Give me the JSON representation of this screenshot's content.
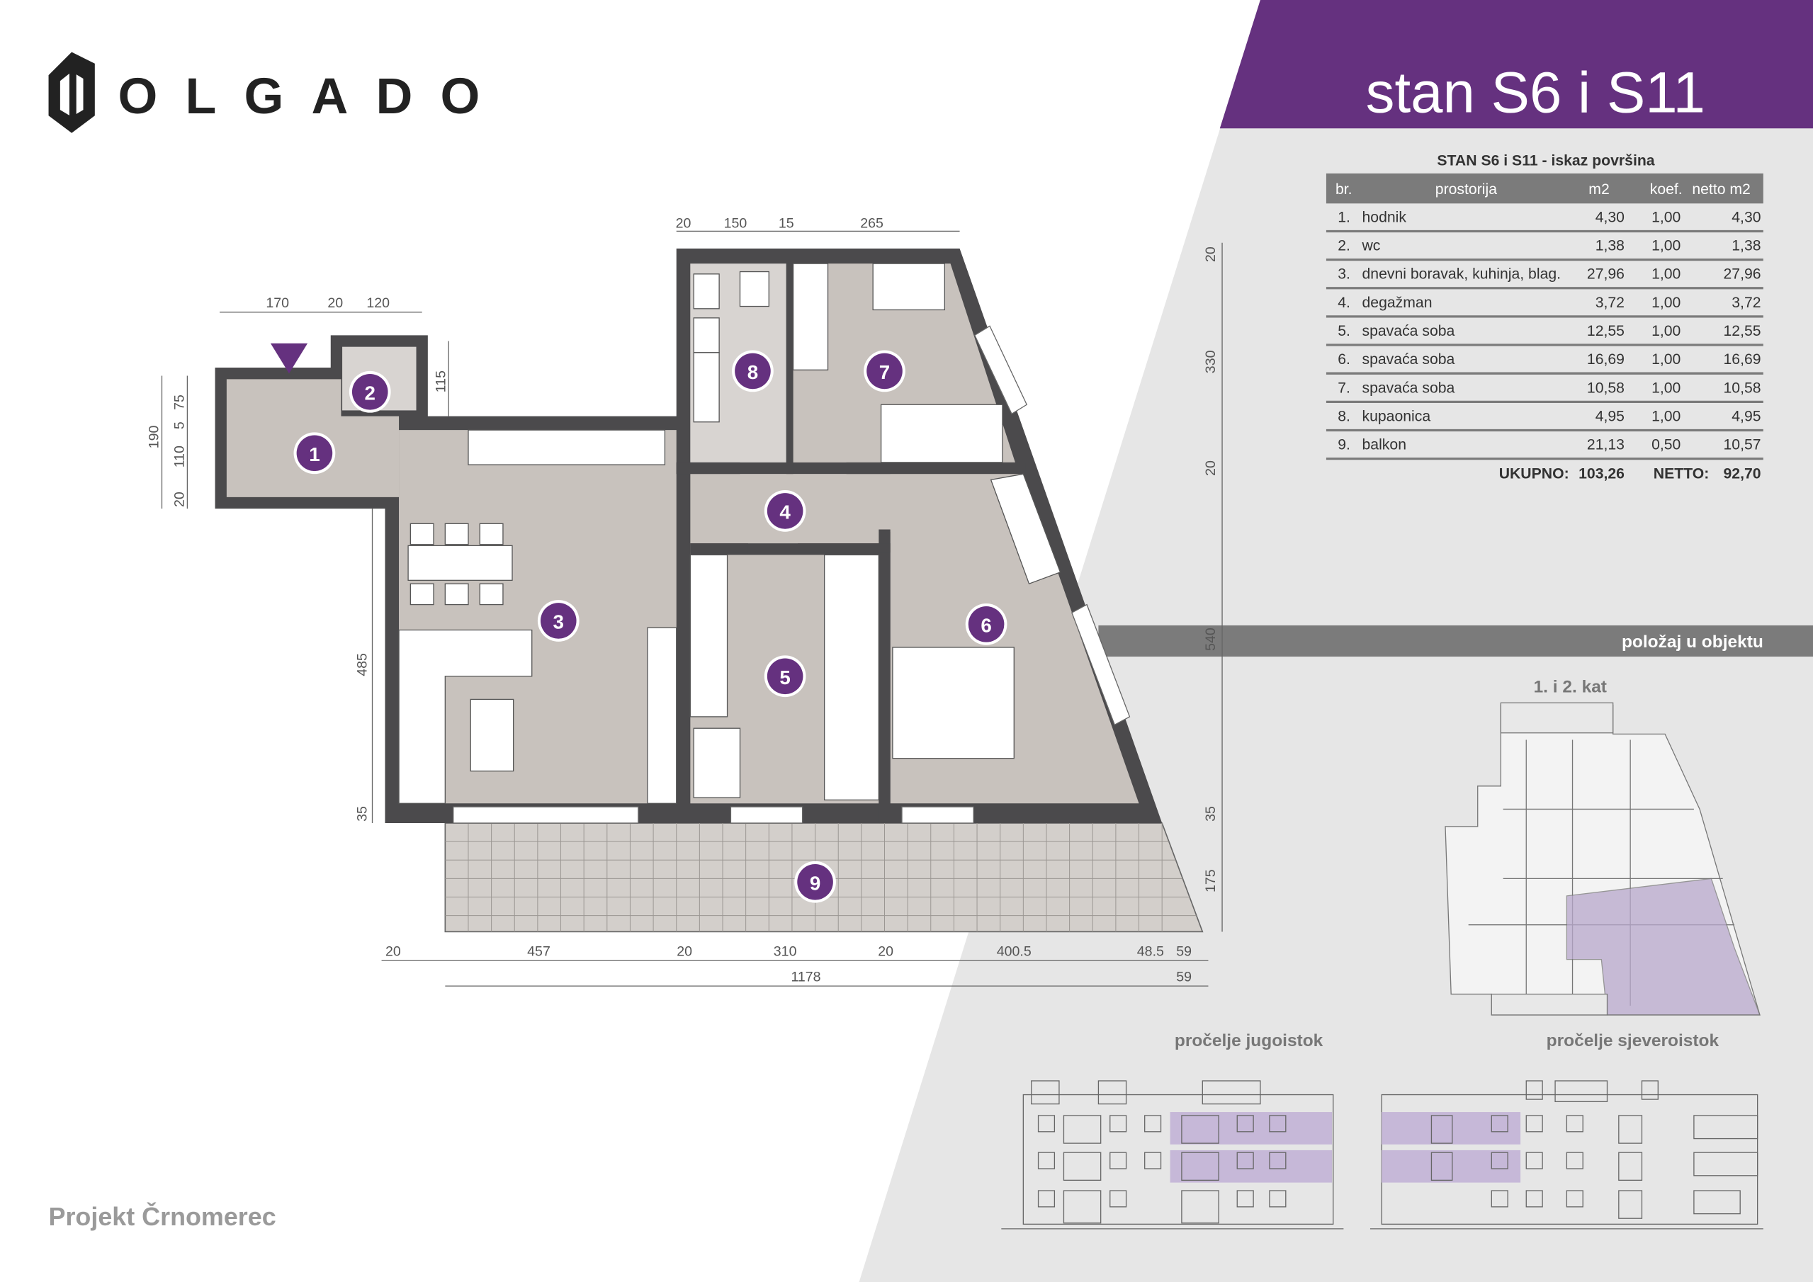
{
  "logo": {
    "text": "OLGADO"
  },
  "header": {
    "title": "stan S6 i S11",
    "accent_color": "#65317f"
  },
  "table": {
    "title": "STAN S6 i S11 - iskaz površina",
    "columns": [
      "br.",
      "prostorija",
      "m2",
      "koef.",
      "netto m2"
    ],
    "rows": [
      {
        "no": "1.",
        "name": "hodnik",
        "area": "4,30",
        "coef": "1,00",
        "net": "4,30"
      },
      {
        "no": "2.",
        "name": "wc",
        "area": "1,38",
        "coef": "1,00",
        "net": "1,38"
      },
      {
        "no": "3.",
        "name": "dnevni boravak, kuhinja, blag.",
        "area": "27,96",
        "coef": "1,00",
        "net": "27,96"
      },
      {
        "no": "4.",
        "name": "degažman",
        "area": "3,72",
        "coef": "1,00",
        "net": "3,72"
      },
      {
        "no": "5.",
        "name": "spavaća soba",
        "area": "12,55",
        "coef": "1,00",
        "net": "12,55"
      },
      {
        "no": "6.",
        "name": "spavaća soba",
        "area": "16,69",
        "coef": "1,00",
        "net": "16,69"
      },
      {
        "no": "7.",
        "name": "spavaća soba",
        "area": "10,58",
        "coef": "1,00",
        "net": "10,58"
      },
      {
        "no": "8.",
        "name": "kupaonica",
        "area": "4,95",
        "coef": "1,00",
        "net": "4,95"
      },
      {
        "no": "9.",
        "name": "balkon",
        "area": "21,13",
        "coef": "0,50",
        "net": "10,57"
      }
    ],
    "total_label": "UKUPNO:",
    "total_value": "103,26",
    "net_label": "NETTO:",
    "net_value": "92,70"
  },
  "position": {
    "band_label": "položaj u objektu",
    "floor_label": "1. i 2. kat"
  },
  "elevations": {
    "southeast": "pročelje jugoistok",
    "northeast": "pročelje sjeveroistok"
  },
  "footer": {
    "project": "Projekt Črnomerec"
  },
  "rooms": [
    "1",
    "2",
    "3",
    "4",
    "5",
    "6",
    "7",
    "8",
    "9"
  ],
  "dims": {
    "top": [
      "20",
      "150",
      "15",
      "265"
    ],
    "wc_top": [
      "170",
      "20",
      "120"
    ],
    "left": [
      "190",
      "75",
      "5",
      "110",
      "20"
    ],
    "wc_side": "115",
    "main_left": [
      "485",
      "35"
    ],
    "right": [
      "20",
      "330",
      "20",
      "540",
      "35",
      "175"
    ],
    "bottom": [
      "20",
      "457",
      "20",
      "310",
      "20",
      "400.5",
      "48.5",
      "59"
    ],
    "bottom_total": [
      "1178",
      "59"
    ]
  }
}
